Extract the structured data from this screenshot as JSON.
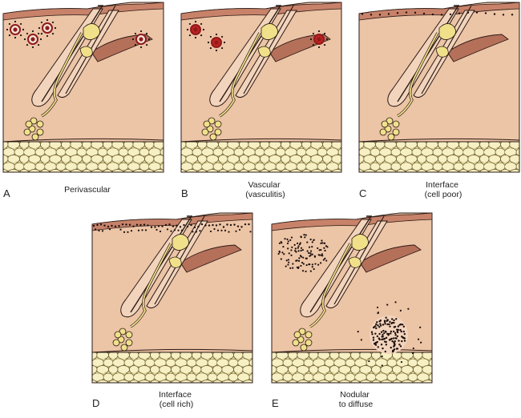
{
  "colors": {
    "skin_fill": "#ecc4a6",
    "skin_light": "#f2d4bc",
    "epidermis": "#c8826a",
    "outline": "#2a1a14",
    "muscle": "#b5705a",
    "gland": "#f0e08a",
    "fat_fill": "#f6f0c4",
    "fat_bg": "#d8cf93",
    "vessel": "#8e1b1b",
    "cell_dot": "#1b0f0c"
  },
  "panels": [
    {
      "letter": "A",
      "caption_lines": [
        "Perivascular"
      ],
      "pattern": "perivascular"
    },
    {
      "letter": "B",
      "caption_lines": [
        "Vascular",
        "(vasculitis)"
      ],
      "pattern": "vasculitis"
    },
    {
      "letter": "C",
      "caption_lines": [
        "Interface",
        "(cell poor)"
      ],
      "pattern": "interface-poor"
    },
    {
      "letter": "D",
      "caption_lines": [
        "Interface",
        "(cell rich)"
      ],
      "pattern": "interface-rich"
    },
    {
      "letter": "E",
      "caption_lines": [
        "Nodular",
        "to diffuse"
      ],
      "pattern": "nodular"
    }
  ]
}
